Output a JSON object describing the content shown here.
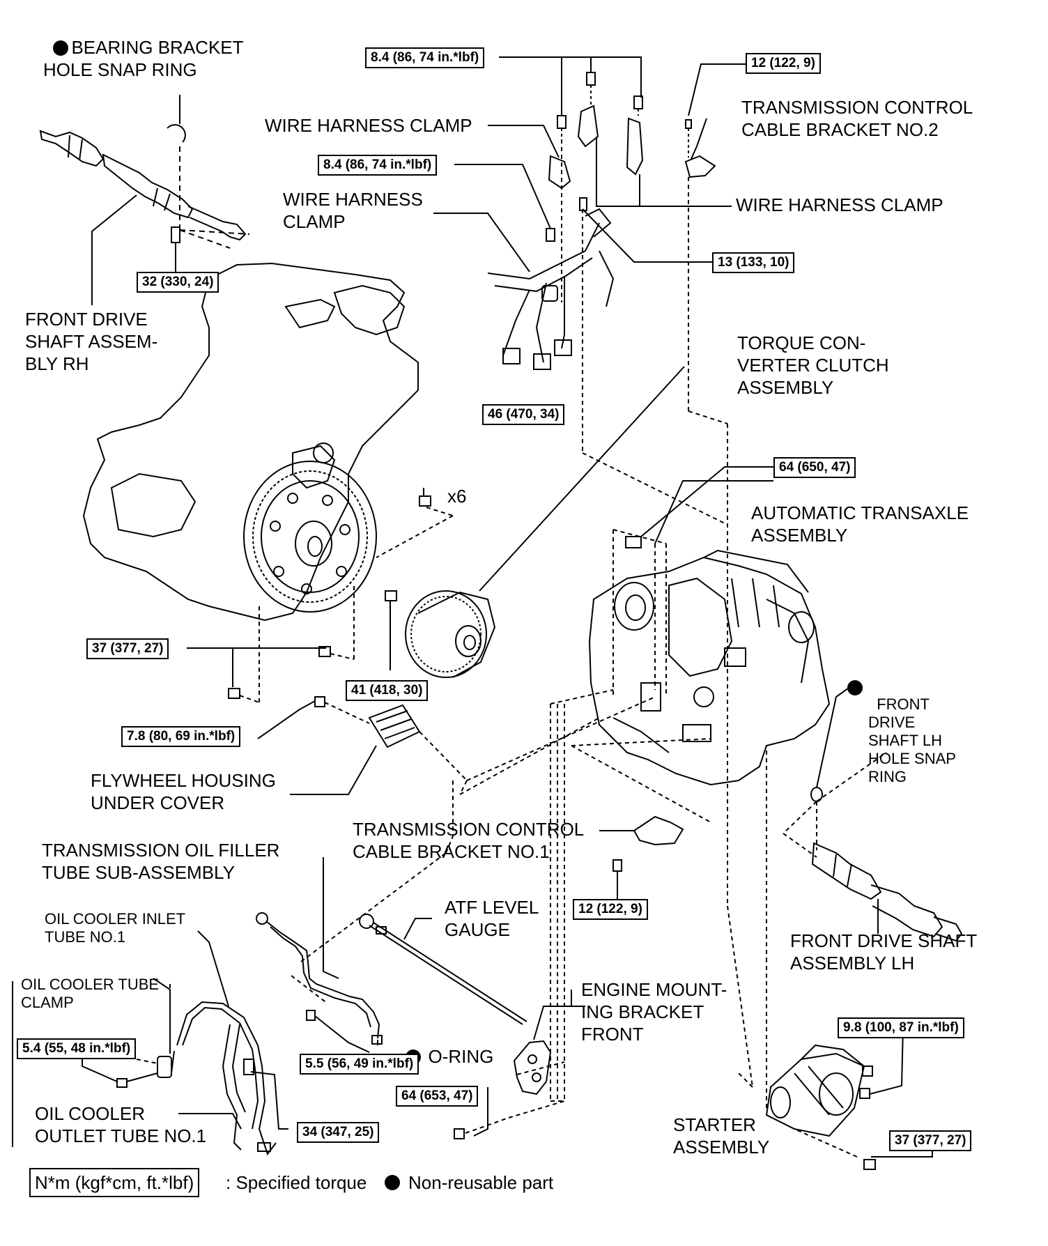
{
  "labels": {
    "bearing_snap_ring": "BEARING BRACKET\nHOLE SNAP RING",
    "wire_clamp_1": "WIRE HARNESS CLAMP",
    "wire_clamp_2": "WIRE HARNESS\nCLAMP",
    "wire_clamp_3": "WIRE HARNESS CLAMP",
    "tcc_bracket_2": "TRANSMISSION CONTROL\nCABLE BRACKET NO.2",
    "front_drive_rh": "FRONT DRIVE\nSHAFT ASSEM-\nBLY RH",
    "torque_converter": "TORQUE CON-\nVERTER CLUTCH\nASSEMBLY",
    "x6": "x6",
    "auto_transaxle": "AUTOMATIC TRANSAXLE\nASSEMBLY",
    "front_drive_lh_snap": "FRONT\nDRIVE\nSHAFT LH\nHOLE SNAP\nRING",
    "flywheel_cover": "FLYWHEEL HOUSING\nUNDER COVER",
    "tcc_bracket_1": "TRANSMISSION CONTROL\nCABLE BRACKET NO.1",
    "oil_filler_tube": "TRANSMISSION OIL FILLER\nTUBE SUB-ASSEMBLY",
    "oil_cooler_inlet": "OIL COOLER INLET\nTUBE NO.1",
    "atf_gauge": "ATF LEVEL\nGAUGE",
    "front_drive_lh": "FRONT DRIVE SHAFT\nASSEMBLY LH",
    "oil_cooler_clamp": "OIL COOLER TUBE\nCLAMP",
    "engine_mount": "ENGINE MOUNT-\nING BRACKET\nFRONT",
    "o_ring": "O-RING",
    "oil_cooler_outlet": "OIL COOLER\nOUTLET TUBE NO.1",
    "starter": "STARTER\nASSEMBLY"
  },
  "torques": {
    "t_8_4_top": "8.4 (86, 74 in.*lbf)",
    "t_12_top": "12 (122, 9)",
    "t_8_4_mid": "8.4 (86, 74 in.*lbf)",
    "t_13": "13 (133, 10)",
    "t_32": "32 (330, 24)",
    "t_46": "46 (470, 34)",
    "t_64_650": "64 (650, 47)",
    "t_37_left": "37 (377, 27)",
    "t_41": "41 (418, 30)",
    "t_7_8": "7.8 (80, 69 in.*lbf)",
    "t_12_bottom": "12 (122, 9)",
    "t_9_8": "9.8 (100, 87 in.*lbf)",
    "t_5_4": "5.4 (55, 48 in.*lbf)",
    "t_5_5": "5.5 (56, 49 in.*lbf)",
    "t_64_653": "64 (653, 47)",
    "t_34": "34 (347, 25)",
    "t_37_right": "37 (377, 27)"
  },
  "legend": {
    "unit_box": "N*m (kgf*cm, ft.*lbf)",
    "specified": ": Specified torque",
    "non_reusable": "Non-reusable part"
  }
}
